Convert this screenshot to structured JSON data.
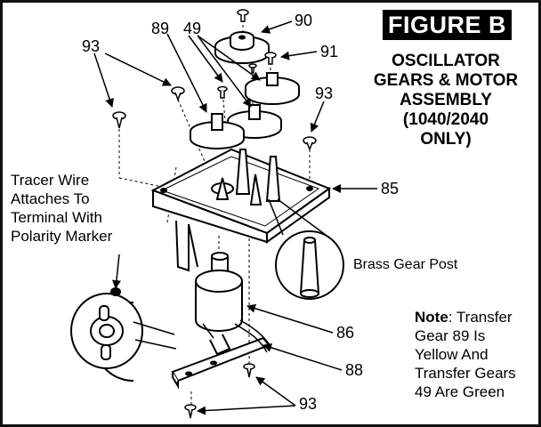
{
  "figure": {
    "badge": "FIGURE B",
    "title_lines": [
      "OSCILLATOR",
      "GEARS & MOTOR",
      "ASSEMBLY",
      "(1040/2040",
      "ONLY)"
    ]
  },
  "callouts": {
    "tracer_wire": [
      "Tracer Wire",
      "Attaches To",
      "Terminal With",
      "Polarity Marker"
    ],
    "brass_gear_post": "Brass Gear Post",
    "note": {
      "head": "Note",
      "lines": [
        ": Transfer",
        "Gear 89 Is",
        "Yellow And",
        "Transfer Gears",
        "49 Are Green"
      ]
    }
  },
  "part_numbers": {
    "p90": "90",
    "p91": "91",
    "p89": "89",
    "p49": "49",
    "p93_left": "93",
    "p93_right": "93",
    "p93_bottom": "93",
    "p85": "85",
    "p86": "86",
    "p88": "88"
  }
}
